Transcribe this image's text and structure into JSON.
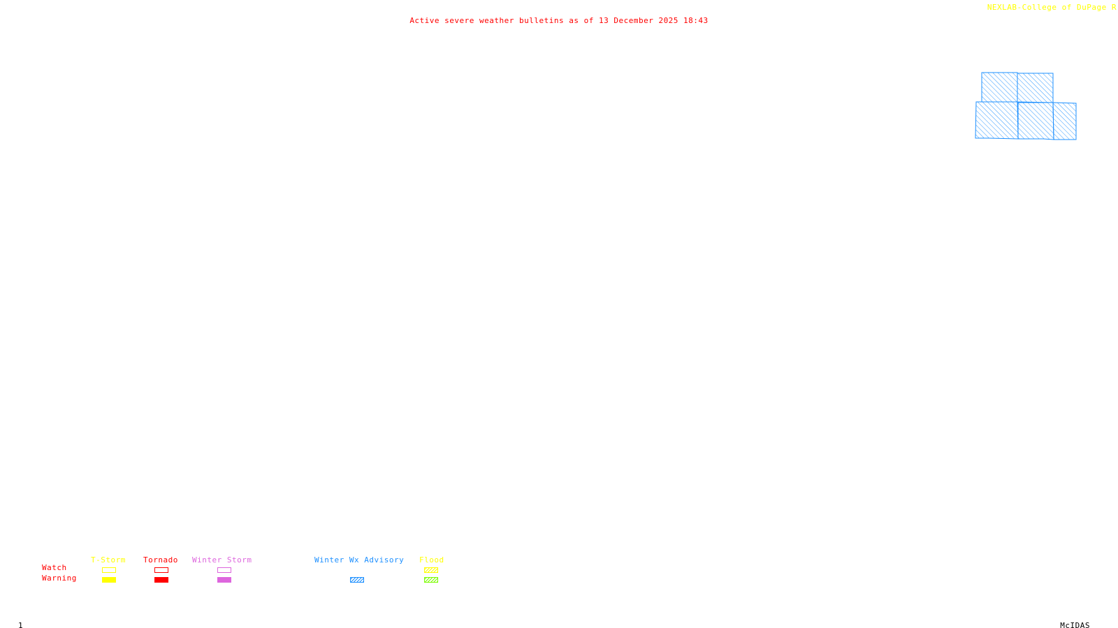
{
  "header": {
    "title": "Active severe weather bulletins as of 13 December 2025 18:43",
    "credit": "NEXLAB-College of DuPage R"
  },
  "colors": {
    "title": "#ff0000",
    "credit": "#ffff00",
    "tstorm": "#ffff00",
    "tornado": "#ff0000",
    "winter_storm": "#dd66dd",
    "winter_advisory": "#1e90ff",
    "flood_watch": "#ffff00",
    "flood_warning": "#7cfc00",
    "row_labels": "#ff0000",
    "footer": "#000000"
  },
  "map": {
    "shaded_category": "winter_advisory"
  },
  "legend": {
    "rows": {
      "watch": "Watch",
      "warning": "Warning"
    },
    "columns": [
      {
        "key": "tstorm",
        "label": "T-Storm",
        "watch": "outline",
        "warning": "solid"
      },
      {
        "key": "tornado",
        "label": "Tornado",
        "watch": "outline",
        "warning": "solid"
      },
      {
        "key": "winter_storm",
        "label": "Winter Storm",
        "watch": "outline",
        "warning": "solid"
      },
      {
        "key": "winter_advisory",
        "label": "Winter Wx Advisory",
        "watch": "none",
        "warning": "hatch"
      },
      {
        "key": "flood",
        "label": "Flood",
        "watch": "hatch",
        "warning": "hatch"
      }
    ]
  },
  "footer": {
    "frame_number": "1",
    "brand": "McIDAS"
  }
}
